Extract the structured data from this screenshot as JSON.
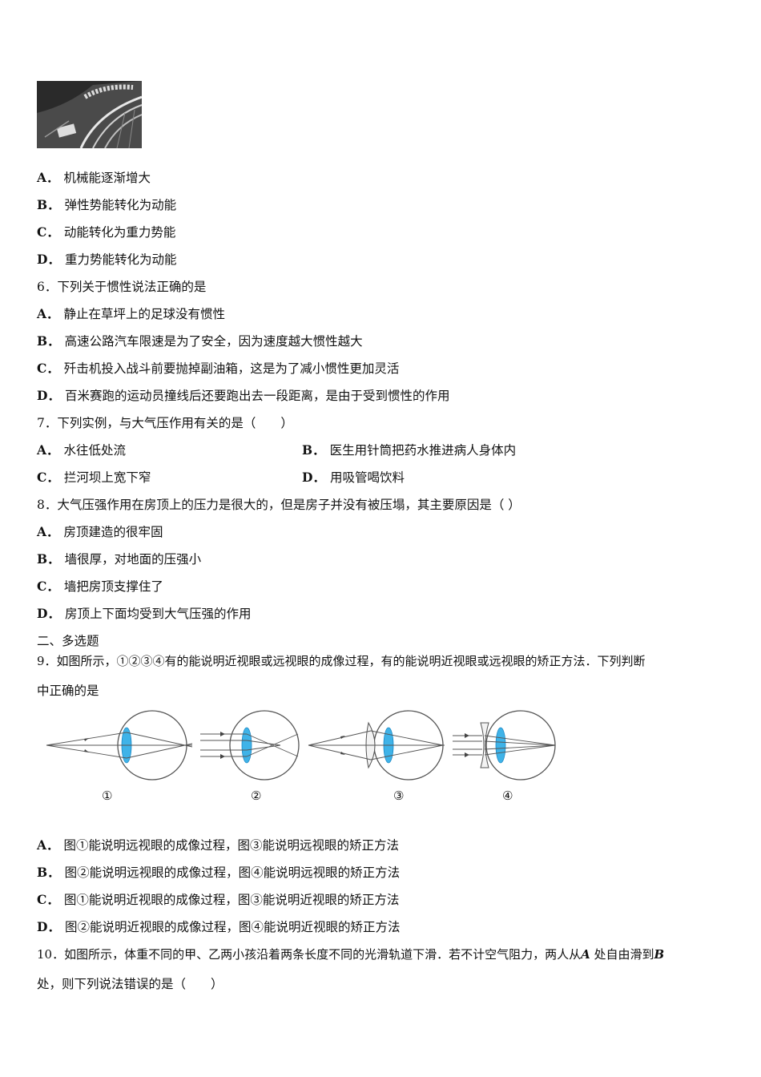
{
  "q5": {
    "options": [
      {
        "label": "A．",
        "text": "机械能逐渐增大"
      },
      {
        "label": "B．",
        "text": "弹性势能转化为动能"
      },
      {
        "label": "C．",
        "text": "动能转化为重力势能"
      },
      {
        "label": "D．",
        "text": "重力势能转化为动能"
      }
    ]
  },
  "q6": {
    "stem": "6．下列关于惯性说法正确的是",
    "options": [
      {
        "label": "A．",
        "text": "静止在草坪上的足球没有惯性"
      },
      {
        "label": "B．",
        "text": "高速公路汽车限速是为了安全，因为速度越大惯性越大"
      },
      {
        "label": "C．",
        "text": "歼击机投入战斗前要抛掉副油箱，这是为了减小惯性更加灵活"
      },
      {
        "label": "D．",
        "text": "百米赛跑的运动员撞线后还要跑出去一段距离，是由于受到惯性的作用"
      }
    ]
  },
  "q7": {
    "stem": "7．下列实例，与大气压作用有关的是（　　）",
    "options": [
      {
        "label": "A．",
        "text": "水往低处流"
      },
      {
        "label": "B．",
        "text": "医生用针筒把药水推进病人身体内"
      },
      {
        "label": "C．",
        "text": "拦河坝上宽下窄"
      },
      {
        "label": "D．",
        "text": "用吸管喝饮料"
      }
    ]
  },
  "q8": {
    "stem": "8．大气压强作用在房顶上的压力是很大的，但是房子并没有被压塌，其主要原因是（ ）",
    "options": [
      {
        "label": "A．",
        "text": "房顶建造的很牢固"
      },
      {
        "label": "B．",
        "text": "墙很厚，对地面的压强小"
      },
      {
        "label": "C．",
        "text": "墙把房顶支撑住了"
      },
      {
        "label": "D．",
        "text": "房顶上下面均受到大气压强的作用"
      }
    ]
  },
  "section2": "二、多选题",
  "q9": {
    "stem_line1": "9．如图所示，①②③④有的能说明近视眼或远视眼的成像过程，有的能说明近视眼或远视眼的矫正方法．下列判断",
    "stem_line2": "中正确的是",
    "figure_labels": [
      "①",
      "②",
      "③",
      "④"
    ],
    "options": [
      {
        "label": "A．",
        "text": "图①能说明远视眼的成像过程，图③能说明远视眼的矫正方法"
      },
      {
        "label": "B．",
        "text": "图②能说明远视眼的成像过程，图④能说明远视眼的矫正方法"
      },
      {
        "label": "C．",
        "text": "图①能说明近视眼的成像过程，图③能说明近视眼的矫正方法"
      },
      {
        "label": "D．",
        "text": "图②能说明近视眼的成像过程，图④能说明近视眼的矫正方法"
      }
    ]
  },
  "q10": {
    "stem_part1": "10．如图所示，体重不同的甲、乙两小孩沿着两条长度不同的光滑轨道下滑．若不计空气阻力，两人从",
    "point_a": "A",
    "stem_part2": " 处自由滑到",
    "point_b": "B",
    "stem_line2": "处，则下列说法错误的是（　　）"
  },
  "colors": {
    "lens": "#3fb3e8",
    "text": "#111111"
  }
}
